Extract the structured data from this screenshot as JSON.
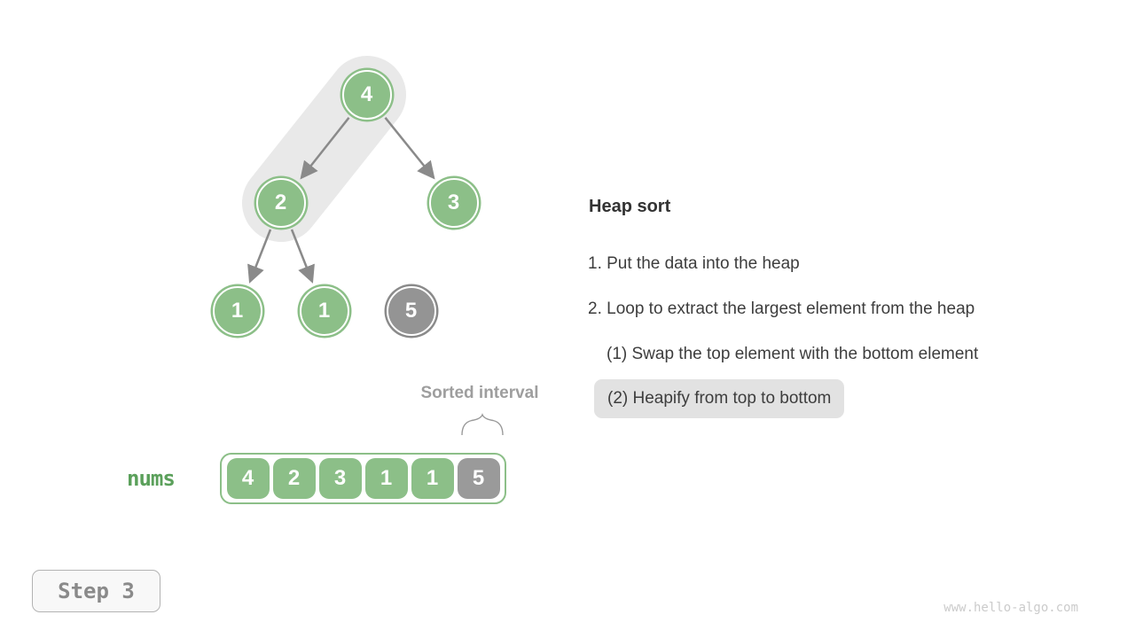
{
  "page": {
    "watermark": "www.hello-algo.com",
    "background": "#ffffff"
  },
  "step_badge": {
    "label": "Step 3"
  },
  "tree": {
    "nodes": [
      {
        "value": "4",
        "state": "heap"
      },
      {
        "value": "2",
        "state": "heap"
      },
      {
        "value": "3",
        "state": "heap"
      },
      {
        "value": "1",
        "state": "heap"
      },
      {
        "value": "1",
        "state": "heap"
      },
      {
        "value": "5",
        "state": "sorted"
      }
    ],
    "edges": [
      [
        0,
        1
      ],
      [
        0,
        2
      ],
      [
        1,
        3
      ],
      [
        1,
        4
      ]
    ],
    "highlighted_path": [
      0,
      1
    ]
  },
  "array": {
    "label": "nums",
    "values": [
      "4",
      "2",
      "3",
      "1",
      "1",
      "5"
    ],
    "sorted_from_index": 5,
    "annotation": "Sorted interval"
  },
  "explanation": {
    "title": "Heap sort",
    "items": [
      {
        "text": "1. Put the data into the heap",
        "indent": 0,
        "highlighted": false
      },
      {
        "text": "2. Loop to extract the largest element from the heap",
        "indent": 0,
        "highlighted": false
      },
      {
        "text": "(1) Swap the top element with the bottom element",
        "indent": 1,
        "highlighted": false
      },
      {
        "text": "(2) Heapify from top to bottom",
        "indent": 1,
        "highlighted": true
      }
    ]
  },
  "colors": {
    "heap_green": "#8CBF88",
    "sorted_gray": "#9A9A9A",
    "edge_gray": "#8a8a8a",
    "highlight_band": "#e9e9e9",
    "highlight_box": "#e2e2e2",
    "label_green": "#5BA05B",
    "muted_gray": "#9e9e9e",
    "text_dark": "#3d3d3d",
    "watermark_gray": "#cbcbcb"
  }
}
